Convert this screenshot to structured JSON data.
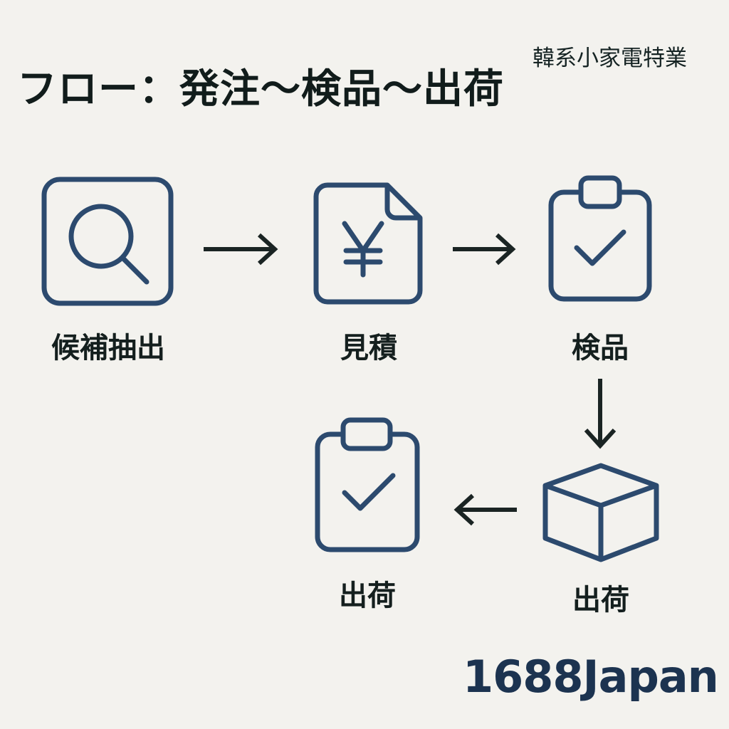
{
  "title": "フロー：発注〜検品〜出荷",
  "subtitle": "韓系小家電特業",
  "accent_color": "#2c4a6e",
  "arrow_color": "#1a2423",
  "steps": [
    {
      "label": "候補抽出",
      "icon": "search-icon"
    },
    {
      "label": "見積",
      "icon": "yen-document-icon"
    },
    {
      "label": "検品",
      "icon": "clipboard-check-icon"
    },
    {
      "label": "出荷",
      "icon": "box-icon"
    },
    {
      "label": "出荷",
      "icon": "clipboard-check-icon"
    }
  ],
  "brand": "1688Japan"
}
